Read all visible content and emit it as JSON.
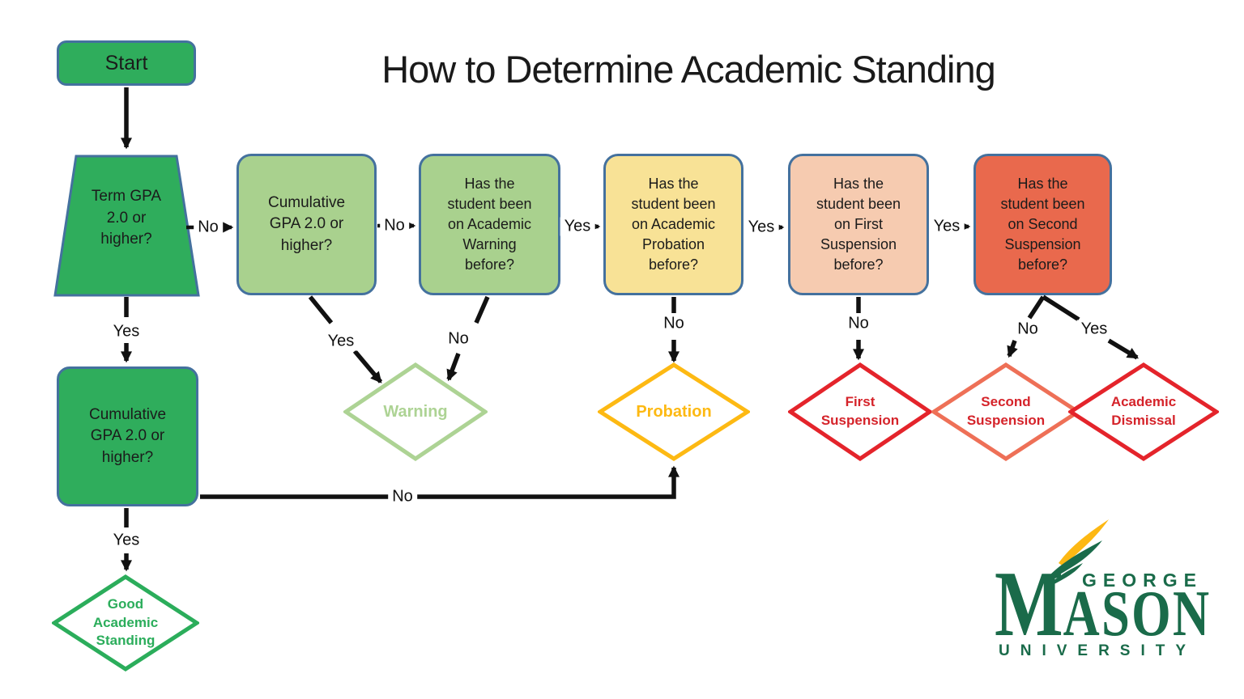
{
  "title": "How to Determine Academic Standing",
  "nodes": {
    "start": {
      "label": "Start",
      "fill": "#2FAD5C",
      "border": "#44719E"
    },
    "term_gpa": {
      "label": "Term GPA\n2.0 or\nhigher?",
      "fill": "#2FAD5C",
      "shape": "trapezoid"
    },
    "cumulative_gpa_first": {
      "label": "Cumulative\nGPA 2.0 or\nhigher?",
      "fill": "#A9D18E"
    },
    "academic_warning_q": {
      "label": "Has the\nstudent been\non Academic\nWarning\nbefore?",
      "fill": "#A9D18E"
    },
    "academic_probation_q": {
      "label": "Has the\nstudent been\non Academic\nProbation\nbefore?",
      "fill": "#F8E296"
    },
    "first_suspension_q": {
      "label": "Has the\nstudent been\non First\nSuspension\nbefore?",
      "fill": "#F6CBB0"
    },
    "second_suspension_q": {
      "label": "Has the\nstudent been\non Second\nSuspension\nbefore?",
      "fill": "#E9694D"
    },
    "cumulative_gpa_second": {
      "label": "Cumulative\nGPA 2.0 or\nhigher?",
      "fill": "#2FAD5C"
    }
  },
  "outcomes": {
    "warning": {
      "label": "Warning",
      "color": "#ADD394"
    },
    "probation": {
      "label": "Probation",
      "color": "#FDB913"
    },
    "first_suspension": {
      "label": "First\nSuspension",
      "color": "#E4242B"
    },
    "second_suspension": {
      "label": "Second\nSuspension",
      "color": "#EE7057"
    },
    "academic_dismissal": {
      "label": "Academic\nDismissal",
      "color": "#E4242B"
    },
    "good_standing": {
      "label": "Good\nAcademic\nStanding",
      "color": "#2BAD5B"
    }
  },
  "edge_labels": [
    {
      "text": "No"
    },
    {
      "text": "No"
    },
    {
      "text": "Yes"
    },
    {
      "text": "Yes"
    },
    {
      "text": "Yes"
    },
    {
      "text": "Yes"
    },
    {
      "text": "Yes"
    },
    {
      "text": "Yes"
    },
    {
      "text": "No"
    },
    {
      "text": "No"
    },
    {
      "text": "No"
    },
    {
      "text": "No"
    },
    {
      "text": "Yes"
    },
    {
      "text": "No"
    }
  ],
  "logo": {
    "george": "GEORGE",
    "mason_initial": "M",
    "mason_rest": "ASON",
    "university": "UNIVERSITY",
    "green": "#1A6B4A",
    "gold": "#FDB813"
  },
  "colors": {
    "node_green": "#2FAD5C",
    "node_light_green": "#A9D18E",
    "node_yellow": "#F8E296",
    "node_salmon": "#F6CBB0",
    "node_red_orange": "#E9694D",
    "node_border_blue": "#44719E",
    "arrow_black": "#111111",
    "outcome_text_red": "#D5232A"
  }
}
